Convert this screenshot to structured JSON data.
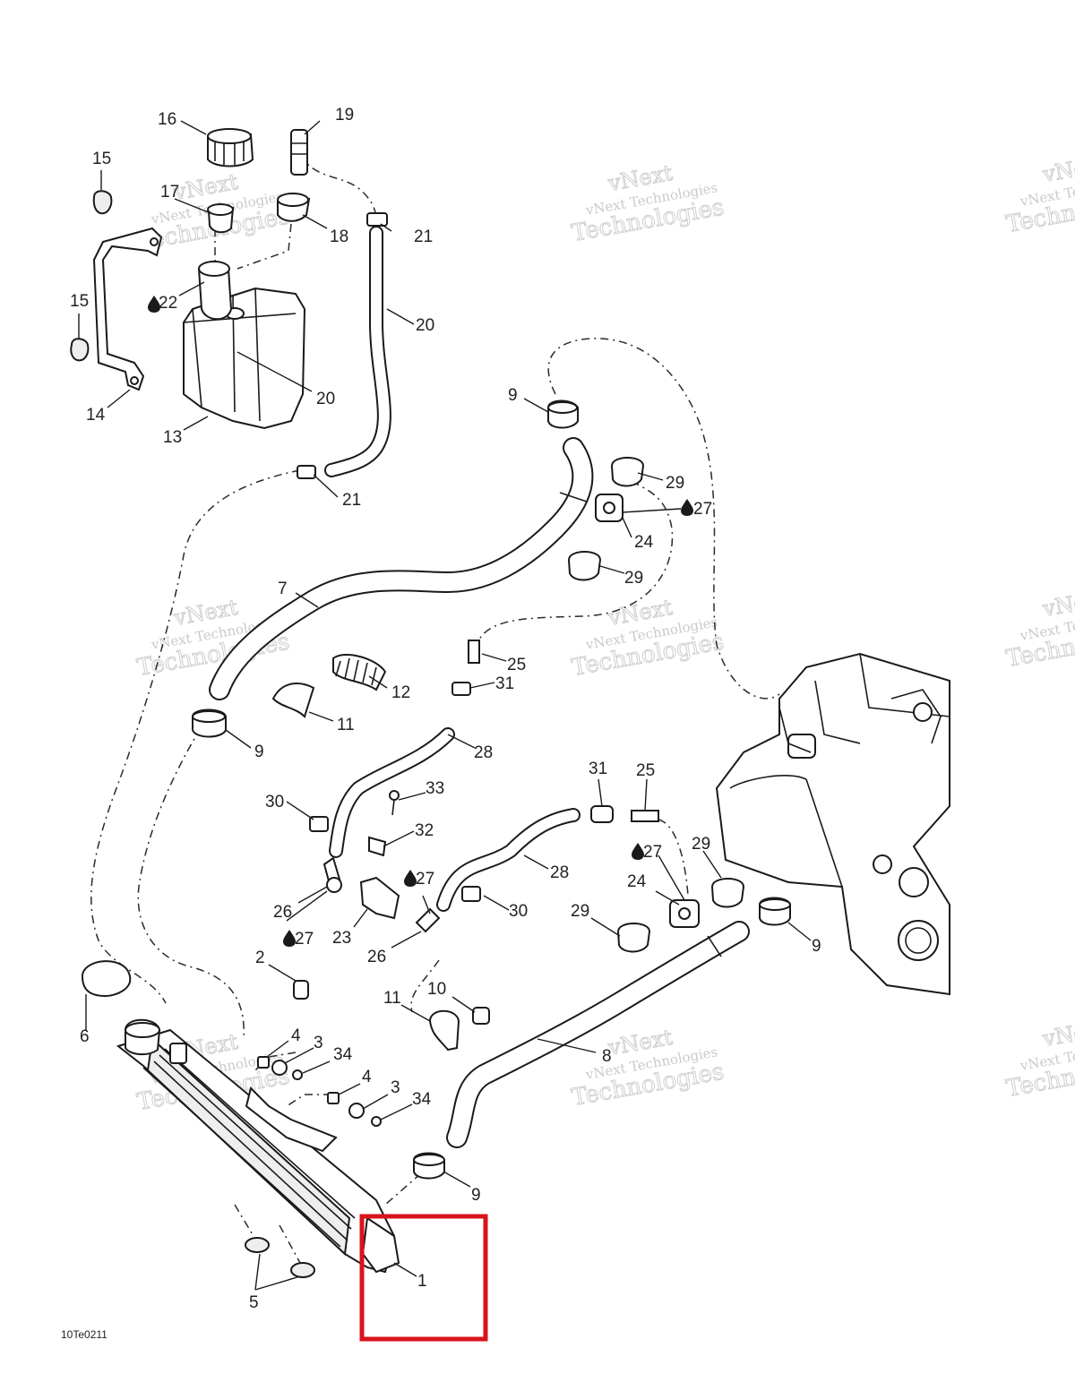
{
  "image_code": "10Te0211",
  "watermark": {
    "line1": "vNext",
    "line2": "vNext Technologies",
    "line3": "Technologies"
  },
  "highlight_color": "#d9141b",
  "callouts": [
    {
      "id": "c1",
      "text": "1"
    },
    {
      "id": "c2",
      "text": "2"
    },
    {
      "id": "c3a",
      "text": "3"
    },
    {
      "id": "c3b",
      "text": "3"
    },
    {
      "id": "c4a",
      "text": "4"
    },
    {
      "id": "c4b",
      "text": "4"
    },
    {
      "id": "c5",
      "text": "5"
    },
    {
      "id": "c6",
      "text": "6"
    },
    {
      "id": "c7",
      "text": "7"
    },
    {
      "id": "c8",
      "text": "8"
    },
    {
      "id": "c9a",
      "text": "9"
    },
    {
      "id": "c9b",
      "text": "9"
    },
    {
      "id": "c9c",
      "text": "9"
    },
    {
      "id": "c9d",
      "text": "9"
    },
    {
      "id": "c10",
      "text": "10"
    },
    {
      "id": "c11a",
      "text": "11"
    },
    {
      "id": "c11b",
      "text": "11"
    },
    {
      "id": "c12",
      "text": "12"
    },
    {
      "id": "c13",
      "text": "13"
    },
    {
      "id": "c14",
      "text": "14"
    },
    {
      "id": "c15a",
      "text": "15"
    },
    {
      "id": "c15b",
      "text": "15"
    },
    {
      "id": "c16",
      "text": "16"
    },
    {
      "id": "c17",
      "text": "17"
    },
    {
      "id": "c18",
      "text": "18"
    },
    {
      "id": "c19",
      "text": "19"
    },
    {
      "id": "c20a",
      "text": "20"
    },
    {
      "id": "c20b",
      "text": "20"
    },
    {
      "id": "c21a",
      "text": "21"
    },
    {
      "id": "c21b",
      "text": "21"
    },
    {
      "id": "c22",
      "text": "22"
    },
    {
      "id": "c23",
      "text": "23"
    },
    {
      "id": "c24a",
      "text": "24"
    },
    {
      "id": "c24b",
      "text": "24"
    },
    {
      "id": "c25a",
      "text": "25"
    },
    {
      "id": "c25b",
      "text": "25"
    },
    {
      "id": "c26a",
      "text": "26"
    },
    {
      "id": "c26b",
      "text": "26"
    },
    {
      "id": "c27a",
      "text": "27"
    },
    {
      "id": "c27b",
      "text": "27"
    },
    {
      "id": "c27c",
      "text": "27"
    },
    {
      "id": "c27d",
      "text": "27"
    },
    {
      "id": "c28a",
      "text": "28"
    },
    {
      "id": "c28b",
      "text": "28"
    },
    {
      "id": "c29a",
      "text": "29"
    },
    {
      "id": "c29b",
      "text": "29"
    },
    {
      "id": "c29c",
      "text": "29"
    },
    {
      "id": "c29d",
      "text": "29"
    },
    {
      "id": "c30a",
      "text": "30"
    },
    {
      "id": "c30b",
      "text": "30"
    },
    {
      "id": "c31a",
      "text": "31"
    },
    {
      "id": "c31b",
      "text": "31"
    },
    {
      "id": "c32",
      "text": "32"
    },
    {
      "id": "c33",
      "text": "33"
    },
    {
      "id": "c34a",
      "text": "34"
    },
    {
      "id": "c34b",
      "text": "34"
    }
  ]
}
